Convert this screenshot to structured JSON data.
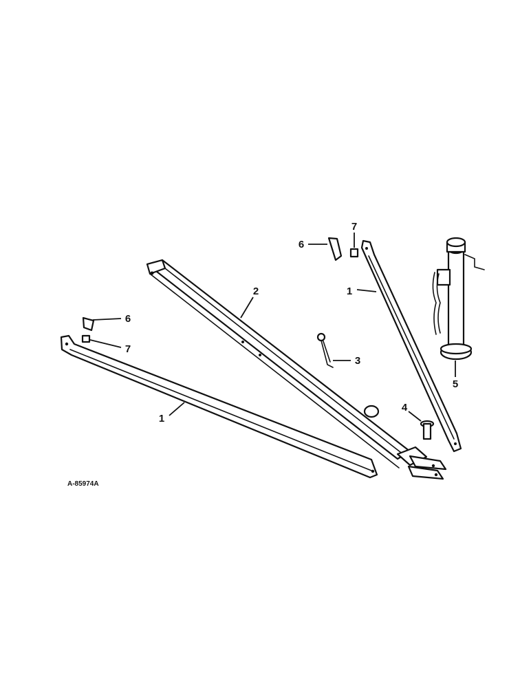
{
  "diagram": {
    "reference_number": "A-85974A",
    "callouts": {
      "brace_left": "1",
      "brace_right": "1",
      "tongue": "2",
      "hitch_pin_clip": "3",
      "pin": "4",
      "jack": "5",
      "clip_left": "6",
      "clip_right": "6",
      "nut_left": "7",
      "nut_right": "7"
    }
  }
}
